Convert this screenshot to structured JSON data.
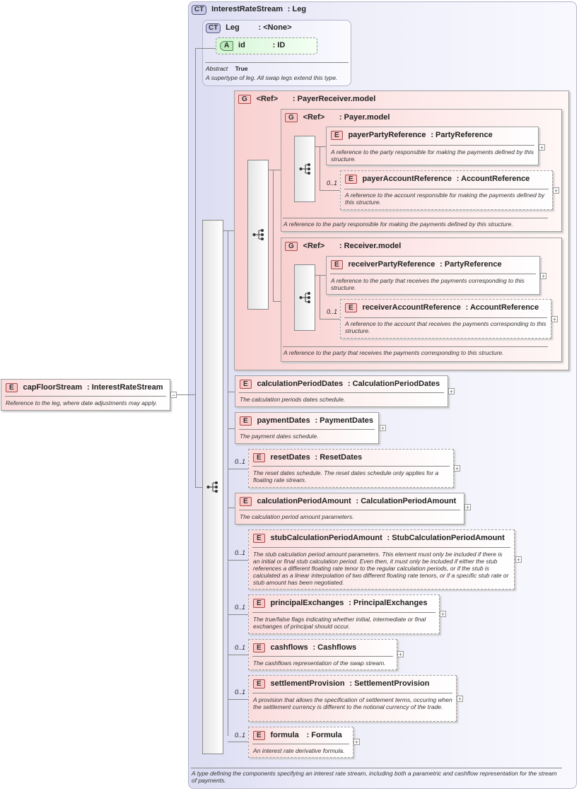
{
  "root": {
    "badge": "E",
    "name": "capFloorStream",
    "type": ": InterestRateStream",
    "doc": "Reference to the leg, where date adjustments may apply."
  },
  "complex_type": {
    "badge": "CT",
    "name": "InterestRateStream",
    "base": ": Leg",
    "doc": "A type defining the components specifying an interest rate stream, including both a parametric and cashflow representation for the stream of payments."
  },
  "leg": {
    "badge": "CT",
    "name": "Leg",
    "base": ": <None>",
    "attr_badge": "A",
    "attr_name": "id",
    "attr_type": ": ID",
    "abstract_label": "Abstract",
    "abstract_value": "True",
    "doc": "A supertype of leg. All swap legs extend this type."
  },
  "payer_receiver": {
    "badge": "G",
    "ref": "<Ref>",
    "name": ": PayerReceiver.model"
  },
  "payer": {
    "badge": "G",
    "ref": "<Ref>",
    "name": ": Payer.model",
    "doc": "A reference to the party responsible for making the payments defined by this structure.",
    "items": [
      {
        "badge": "E",
        "name": "payerPartyReference",
        "type": ": PartyReference",
        "occurs": "",
        "doc": "A reference to the party responsible for making the payments defined by this structure."
      },
      {
        "badge": "E",
        "name": "payerAccountReference",
        "type": ": AccountReference",
        "occurs": "0..1",
        "doc": "A reference to the account responsible for making the payments defined by this structure."
      }
    ]
  },
  "receiver": {
    "badge": "G",
    "ref": "<Ref>",
    "name": ": Receiver.model",
    "doc": "A reference to the party that receives the payments corresponding to this structure.",
    "items": [
      {
        "badge": "E",
        "name": "receiverPartyReference",
        "type": ": PartyReference",
        "occurs": "",
        "doc": "A reference to the party that receives the payments corresponding to this structure."
      },
      {
        "badge": "E",
        "name": "receiverAccountReference",
        "type": ": AccountReference",
        "occurs": "0..1",
        "doc": "A reference to the account that receives the payments corresponding to this structure."
      }
    ]
  },
  "elements": [
    {
      "badge": "E",
      "name": "calculationPeriodDates",
      "type": ": CalculationPeriodDates",
      "occurs": "",
      "doc": "The calculation periods dates schedule."
    },
    {
      "badge": "E",
      "name": "paymentDates",
      "type": ": PaymentDates",
      "occurs": "",
      "doc": "The payment dates schedule."
    },
    {
      "badge": "E",
      "name": "resetDates",
      "type": ": ResetDates",
      "occurs": "0..1",
      "doc": "The reset dates schedule. The reset dates schedule only applies for a floating rate stream."
    },
    {
      "badge": "E",
      "name": "calculationPeriodAmount",
      "type": ": CalculationPeriodAmount",
      "occurs": "",
      "doc": "The calculation period amount parameters."
    },
    {
      "badge": "E",
      "name": "stubCalculationPeriodAmount",
      "type": ": StubCalculationPeriodAmount",
      "occurs": "0..1",
      "doc": "The stub calculation period amount parameters. This element must only be included if there is an initial or final stub calculation period. Even then, it must only be included if either the stub references a different floating rate tenor to the regular calculation periods, or if the stub is calculated as a linear interpolation of two different floating rate tenors, or if a specific stub rate or stub amount has been negotiated."
    },
    {
      "badge": "E",
      "name": "principalExchanges",
      "type": ": PrincipalExchanges",
      "occurs": "0..1",
      "doc": "The true/false flags indicating whether initial, intermediate or final exchanges of principal should occur."
    },
    {
      "badge": "E",
      "name": "cashflows",
      "type": ": Cashflows",
      "occurs": "0..1",
      "doc": "The cashflows representation of the swap stream."
    },
    {
      "badge": "E",
      "name": "settlementProvision",
      "type": ": SettlementProvision",
      "occurs": "0..1",
      "doc": "A provision that allows the specification of settlement terms, occuring when the settlement currency is different to the notional currency of the trade."
    },
    {
      "badge": "E",
      "name": "formula",
      "type": ": Formula",
      "occurs": "0..1",
      "doc": "An interest rate derivative formula."
    }
  ],
  "symbols": {
    "plus": "+",
    "minus": "−"
  }
}
